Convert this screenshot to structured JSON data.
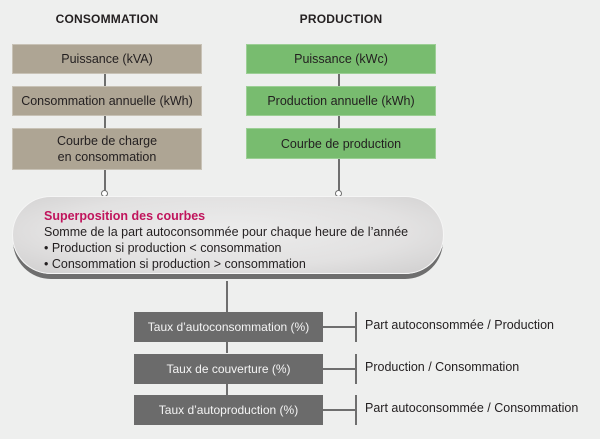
{
  "columns": {
    "consommation": {
      "title": "CONSOMMATION",
      "boxes": [
        "Puissance (kVA)",
        "Consommation annuelle (kWh)",
        "Courbe de charge",
        "en consommation"
      ]
    },
    "production": {
      "title": "PRODUCTION",
      "boxes": [
        "Puissance (kWc)",
        "Production annuelle (kWh)",
        "Courbe de production"
      ]
    }
  },
  "superposition": {
    "title": "Superposition des courbes",
    "lines": [
      "Somme de la part autoconsommée pour chaque heure de l’année",
      "• Production si production < consommation",
      "• Consommation si production > consommation"
    ]
  },
  "rates": [
    {
      "label": "Taux d’autoconsommation (%)",
      "formula": "Part autoconsommée / Production"
    },
    {
      "label": "Taux de couverture (%)",
      "formula": "Production / Consommation"
    },
    {
      "label": "Taux d’autoproduction (%)",
      "formula": "Part autoconsommée / Consommation"
    }
  ],
  "colors": {
    "consommation_box": "#aea594",
    "production_box": "#78bc6f",
    "rate_box": "#6b6b6b",
    "accent_title": "#c0145c",
    "background": "#eeefee"
  }
}
